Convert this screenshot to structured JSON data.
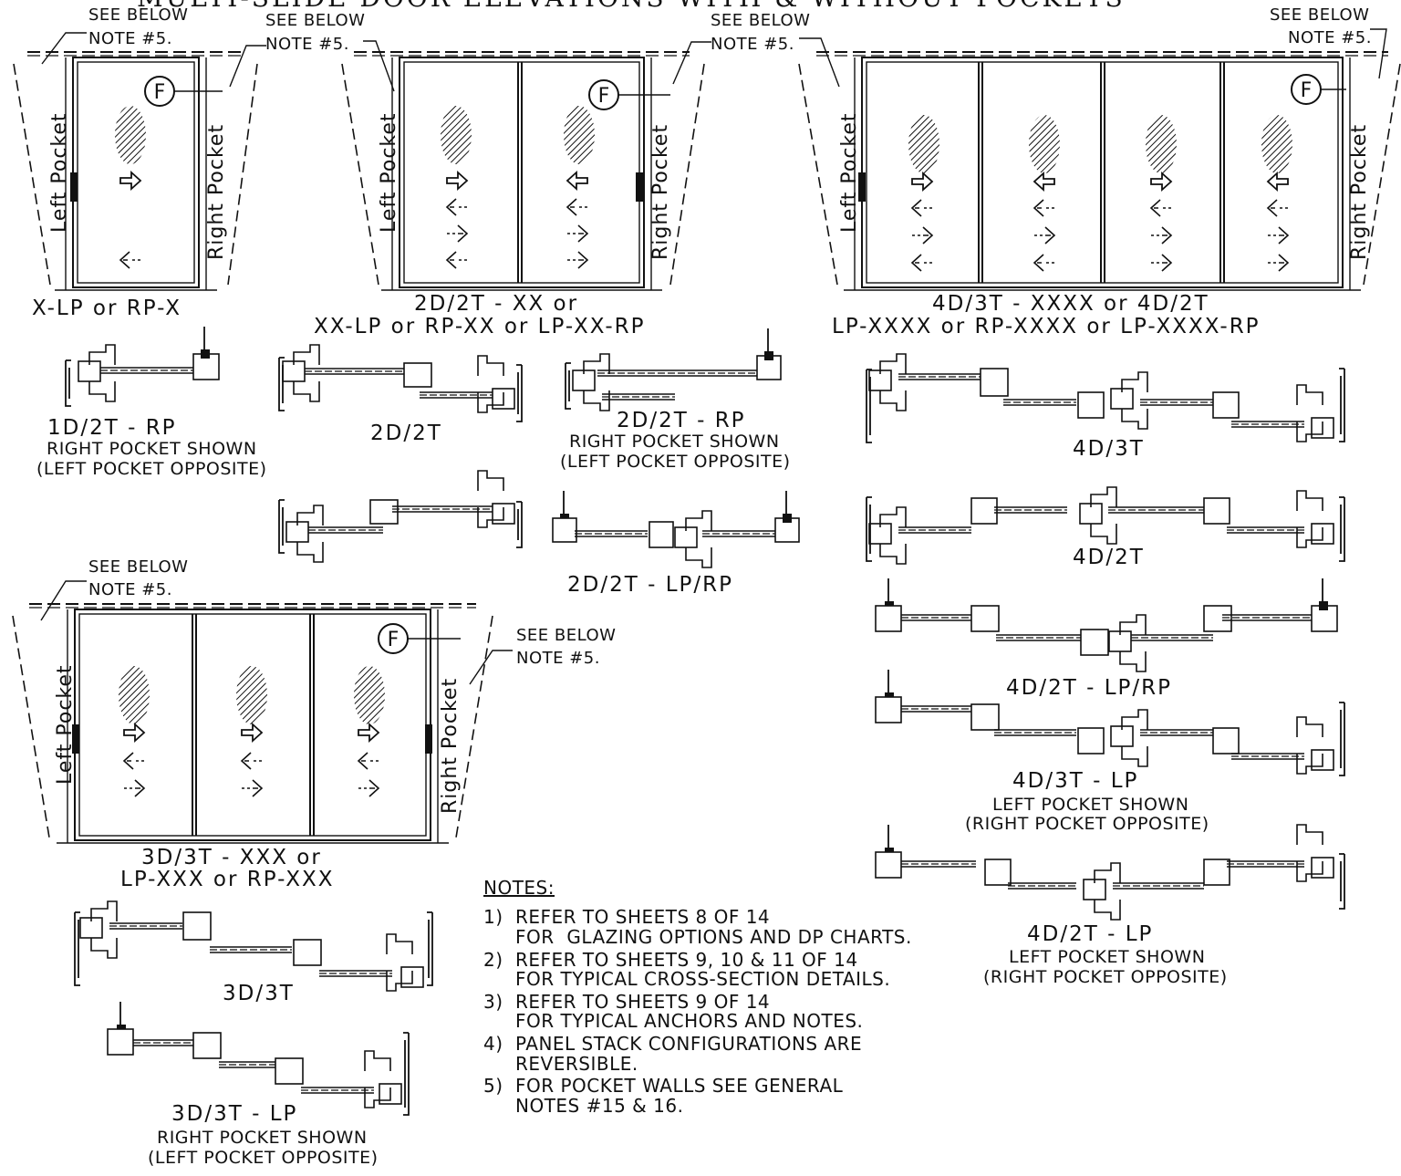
{
  "title": "MULTI-SLIDE DOOR ELEVATIONS WITH & WITHOUT POCKETS",
  "see_below": "SEE BELOW",
  "note_ref": "NOTE #5.",
  "pocket_left": "Left Pocket",
  "pocket_right": "Right Pocket",
  "fixed_marker": "F",
  "elevations": {
    "x": "X-LP or RP-X",
    "xx_1": "2D/2T - XX or",
    "xx_2": "XX-LP or RP-XX or LP-XX-RP",
    "xxxx_1": "4D/3T - XXXX or 4D/2T",
    "xxxx_2": "LP-XXXX or RP-XXXX or LP-XXXX-RP",
    "xxx_1": "3D/3T - XXX or",
    "xxx_2": "LP-XXX or RP-XXX"
  },
  "plans": {
    "p1d2t_rp": "1D/2T - RP",
    "p2d2t": "2D/2T",
    "p2d2t_rp": "2D/2T - RP",
    "p2d2t_lprp": "2D/2T - LP/RP",
    "p4d3t": "4D/3T",
    "p4d2t": "4D/2T",
    "p4d2t_lprp": "4D/2T - LP/RP",
    "p4d3t_lp": "4D/3T - LP",
    "p4d2t_lp": "4D/2T - LP",
    "p3d3t": "3D/3T",
    "p3d3t_lp": "3D/3T - LP"
  },
  "pocket_shown": {
    "right": "RIGHT POCKET SHOWN",
    "left": "LEFT POCKET SHOWN",
    "left_opp": "(LEFT POCKET OPPOSITE)",
    "right_opp": "(RIGHT POCKET OPPOSITE)"
  },
  "notes": {
    "heading": "NOTES:",
    "items": [
      {
        "num": "1)",
        "line1": "REFER TO SHEETS 8 OF 14",
        "line2": "FOR  GLAZING OPTIONS AND DP CHARTS."
      },
      {
        "num": "2)",
        "line1": "REFER TO SHEETS 9, 10 & 11 OF 14",
        "line2": "FOR TYPICAL CROSS-SECTION DETAILS."
      },
      {
        "num": "3)",
        "line1": "REFER TO SHEETS 9 OF 14",
        "line2": "FOR TYPICAL ANCHORS AND NOTES."
      },
      {
        "num": "4)",
        "line1": "PANEL STACK CONFIGURATIONS ARE",
        "line2": "REVERSIBLE."
      },
      {
        "num": "5)",
        "line1": "FOR POCKET WALLS SEE GENERAL",
        "line2": "NOTES #15 & 16."
      }
    ]
  }
}
